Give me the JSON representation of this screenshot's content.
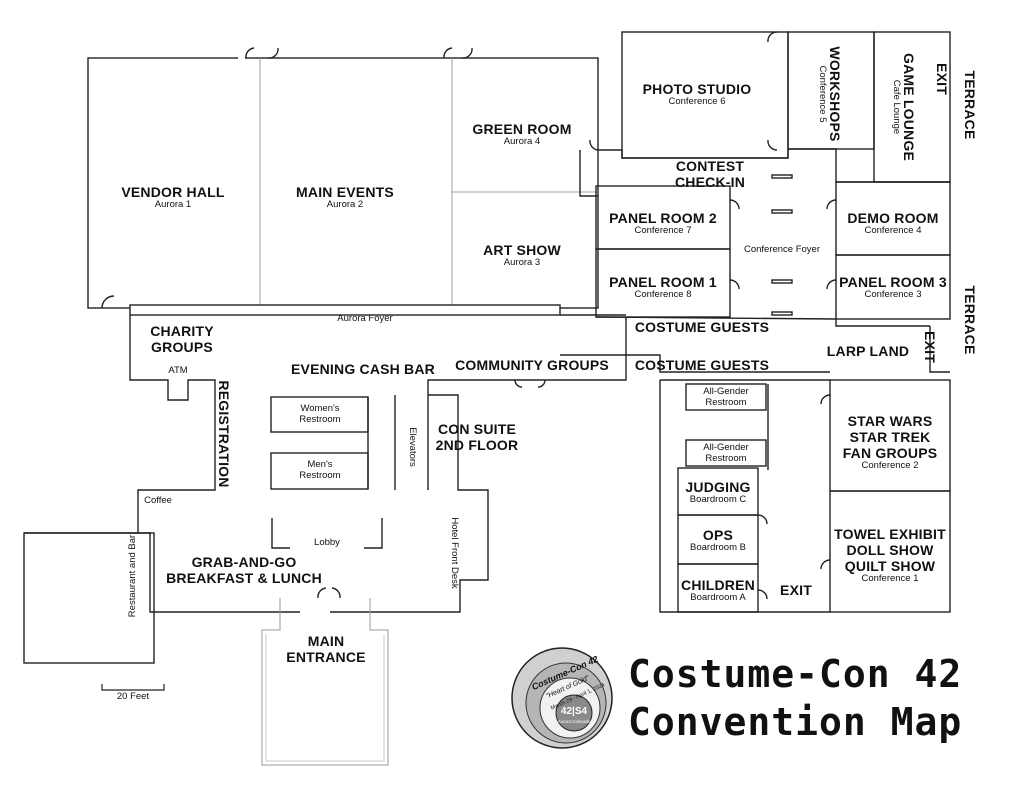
{
  "title": {
    "line1": "Costume-Con 42",
    "line2": "Convention Map"
  },
  "logo": {
    "name": "Costume-Con 42",
    "theme": "\"Heart of Gold\"",
    "dates": "March 29 - April 1, 2024",
    "badge": "42|S4",
    "place": "Aurora Colorado"
  },
  "scale": {
    "label": "20 Feet"
  },
  "rooms": {
    "vendor_hall": {
      "name": "VENDOR HALL",
      "sub": "Aurora 1"
    },
    "main_events": {
      "name": "MAIN EVENTS",
      "sub": "Aurora 2"
    },
    "green_room": {
      "name": "GREEN ROOM",
      "sub": "Aurora 4"
    },
    "art_show": {
      "name": "ART SHOW",
      "sub": "Aurora 3"
    },
    "photo_studio": {
      "name": "PHOTO STUDIO",
      "sub": "Conference 6"
    },
    "workshops": {
      "name": "WORKSHOPS",
      "sub": "Conference 5"
    },
    "game_lounge": {
      "name": "GAME LOUNGE",
      "sub": "Cafe Lounge"
    },
    "panel_room_2": {
      "name": "PANEL ROOM 2",
      "sub": "Conference 7"
    },
    "panel_room_1": {
      "name": "PANEL ROOM 1",
      "sub": "Conference 8"
    },
    "demo_room": {
      "name": "DEMO ROOM",
      "sub": "Conference 4"
    },
    "panel_room_3": {
      "name": "PANEL ROOM 3",
      "sub": "Conference 3"
    },
    "star_wars": {
      "l1": "STAR WARS",
      "l2": "STAR TREK",
      "l3": "FAN GROUPS",
      "sub": "Conference 2"
    },
    "towel": {
      "l1": "TOWEL EXHIBIT",
      "l2": "DOLL SHOW",
      "l3": "QUILT SHOW",
      "sub": "Conference 1"
    },
    "judging": {
      "name": "JUDGING",
      "sub": "Boardroom C"
    },
    "ops": {
      "name": "OPS",
      "sub": "Boardroom B"
    },
    "children": {
      "name": "CHILDREN",
      "sub": "Boardroom A"
    }
  },
  "areas": {
    "contest_checkin_1": "CONTEST",
    "contest_checkin_2": "CHECK-IN",
    "conference_foyer": "Conference Foyer",
    "costume_guests_1": "COSTUME GUESTS",
    "costume_guests_2": "COSTUME GUESTS",
    "larp_land": "LARP LAND",
    "charity_1": "CHARITY",
    "charity_2": "GROUPS",
    "atm": "ATM",
    "aurora_foyer": "Aurora Foyer",
    "evening_cash_bar": "EVENING CASH BAR",
    "community_groups": "COMMUNITY GROUPS",
    "registration": "REGISTRATION",
    "womens_1": "Women's",
    "womens_2": "Restroom",
    "mens_1": "Men's",
    "mens_2": "Restroom",
    "elevators": "Elevators",
    "con_suite_1": "CON SUITE",
    "con_suite_2": "2ND FLOOR",
    "all_gender_1a": "All-Gender",
    "all_gender_1b": "Restroom",
    "all_gender_2a": "All-Gender",
    "all_gender_2b": "Restroom",
    "coffee": "Coffee",
    "restaurant": "Restaurant and Bar",
    "lobby": "Lobby",
    "hotel_front_desk": "Hotel Front Desk",
    "grab_1": "GRAB-AND-GO",
    "grab_2": "BREAKFAST & LUNCH",
    "main_entrance_1": "MAIN",
    "main_entrance_2": "ENTRANCE",
    "exit_top": "EXIT",
    "exit_mid": "EXIT",
    "exit_bottom": "EXIT",
    "terrace_top": "TERRACE",
    "terrace_mid": "TERRACE"
  }
}
